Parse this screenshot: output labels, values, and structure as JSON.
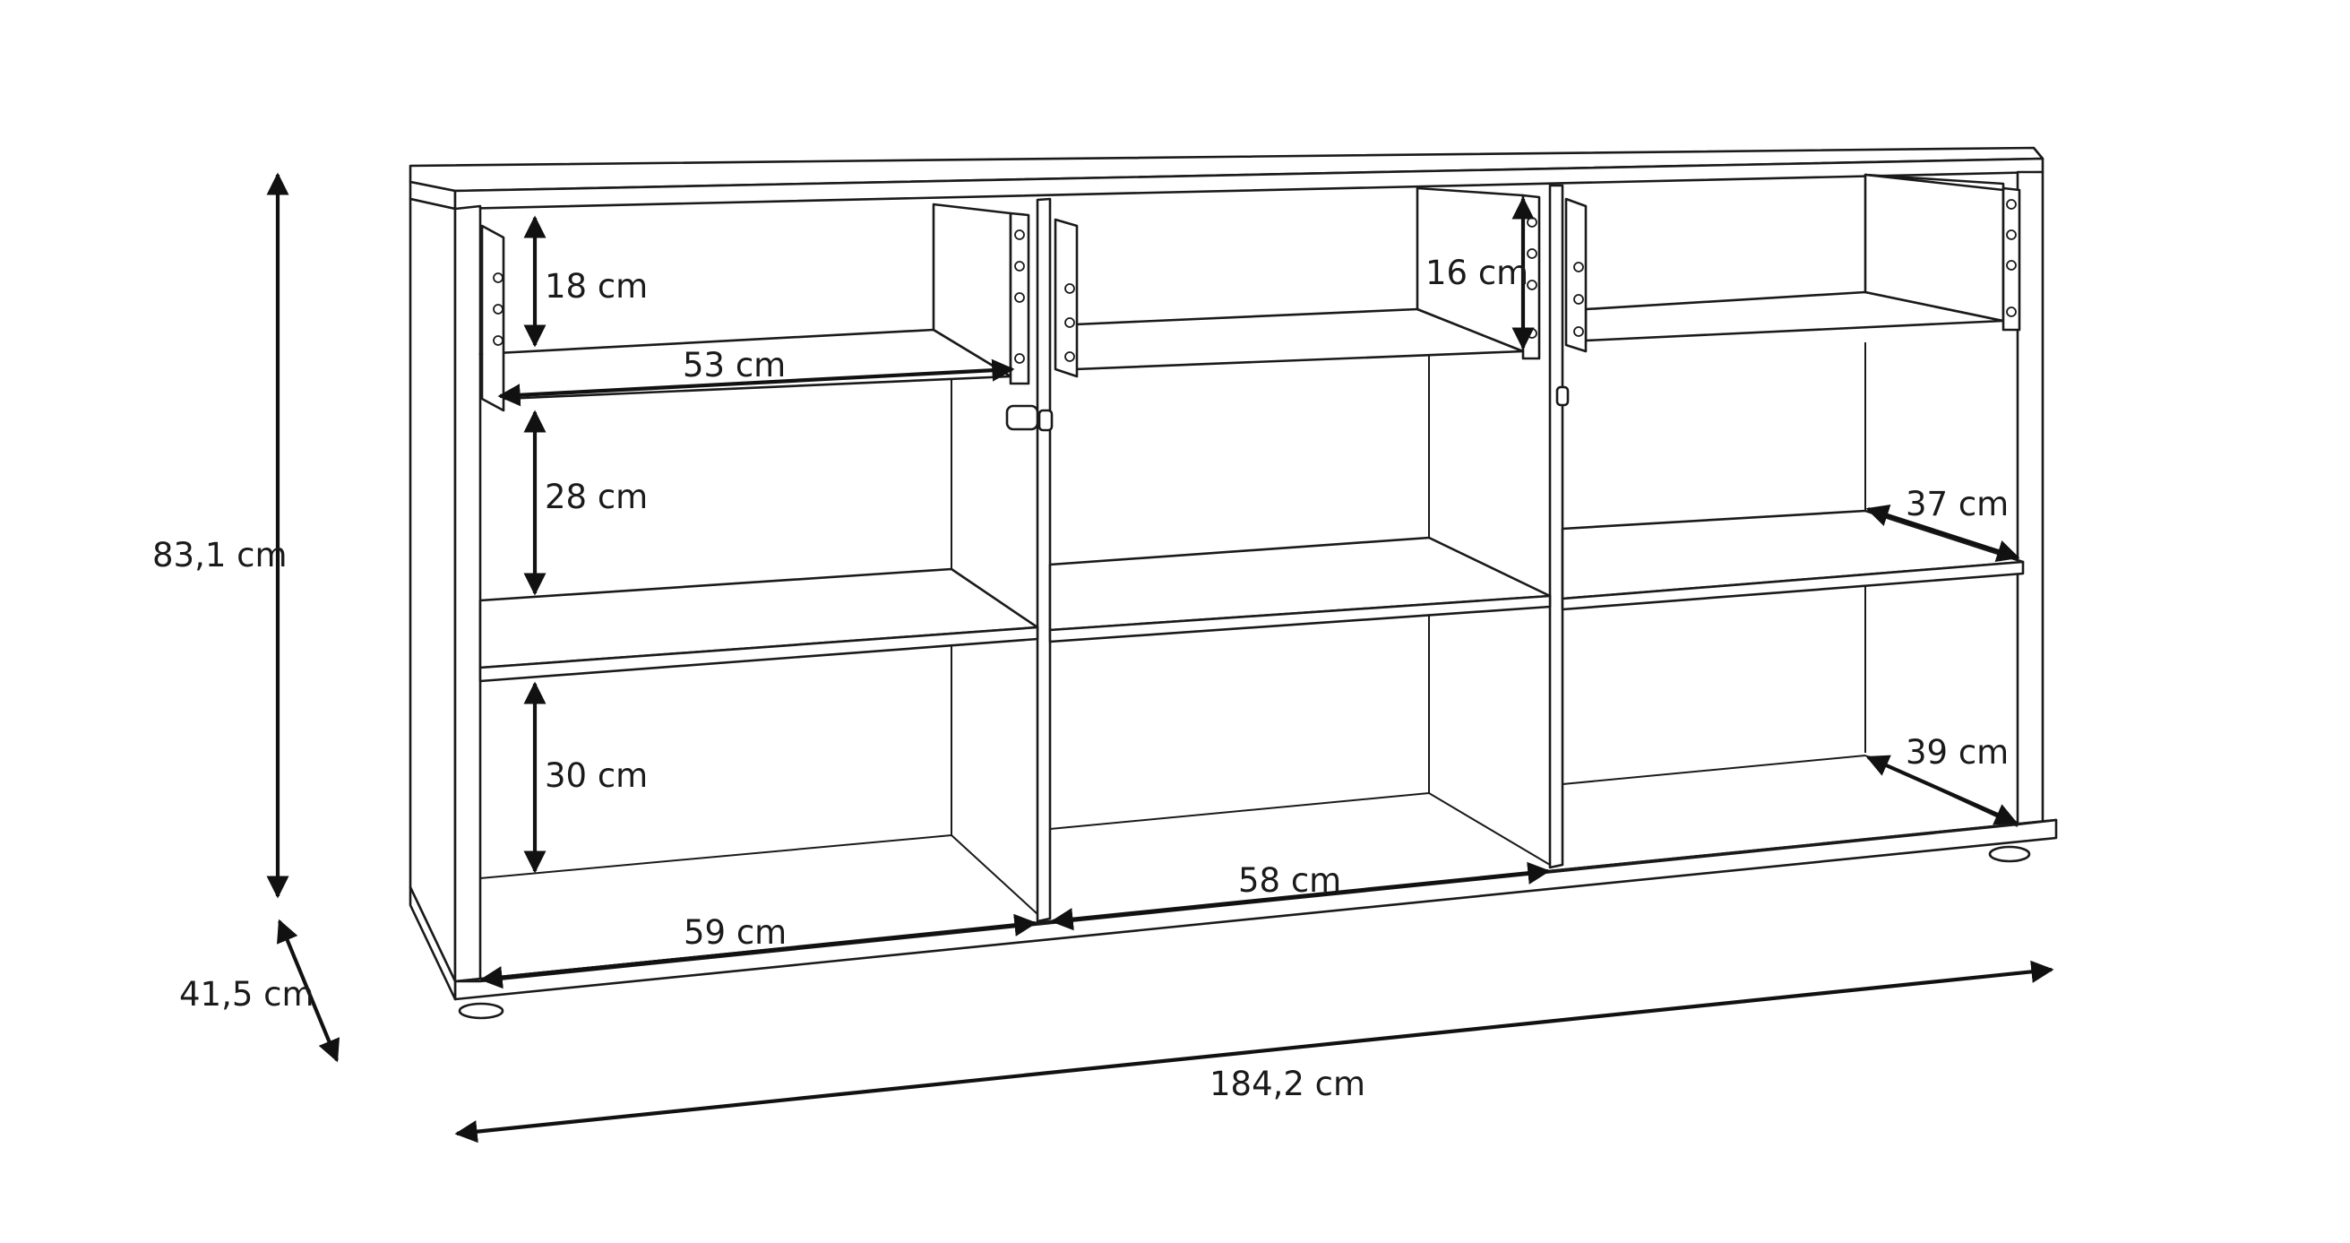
{
  "dimensions": {
    "height": "83,1 cm",
    "depth": "41,5 cm",
    "width": "184,2 cm",
    "top_shelf_height": "18 cm",
    "top_shelf_width": "53 cm",
    "middle_shelf_height": "28 cm",
    "bottom_shelf_height": "30 cm",
    "bottom_left_width": "59 cm",
    "bottom_middle_width": "58 cm",
    "right_drawer_height": "16 cm",
    "right_shelf_depth": "37 cm",
    "right_bottom_depth": "39 cm"
  }
}
